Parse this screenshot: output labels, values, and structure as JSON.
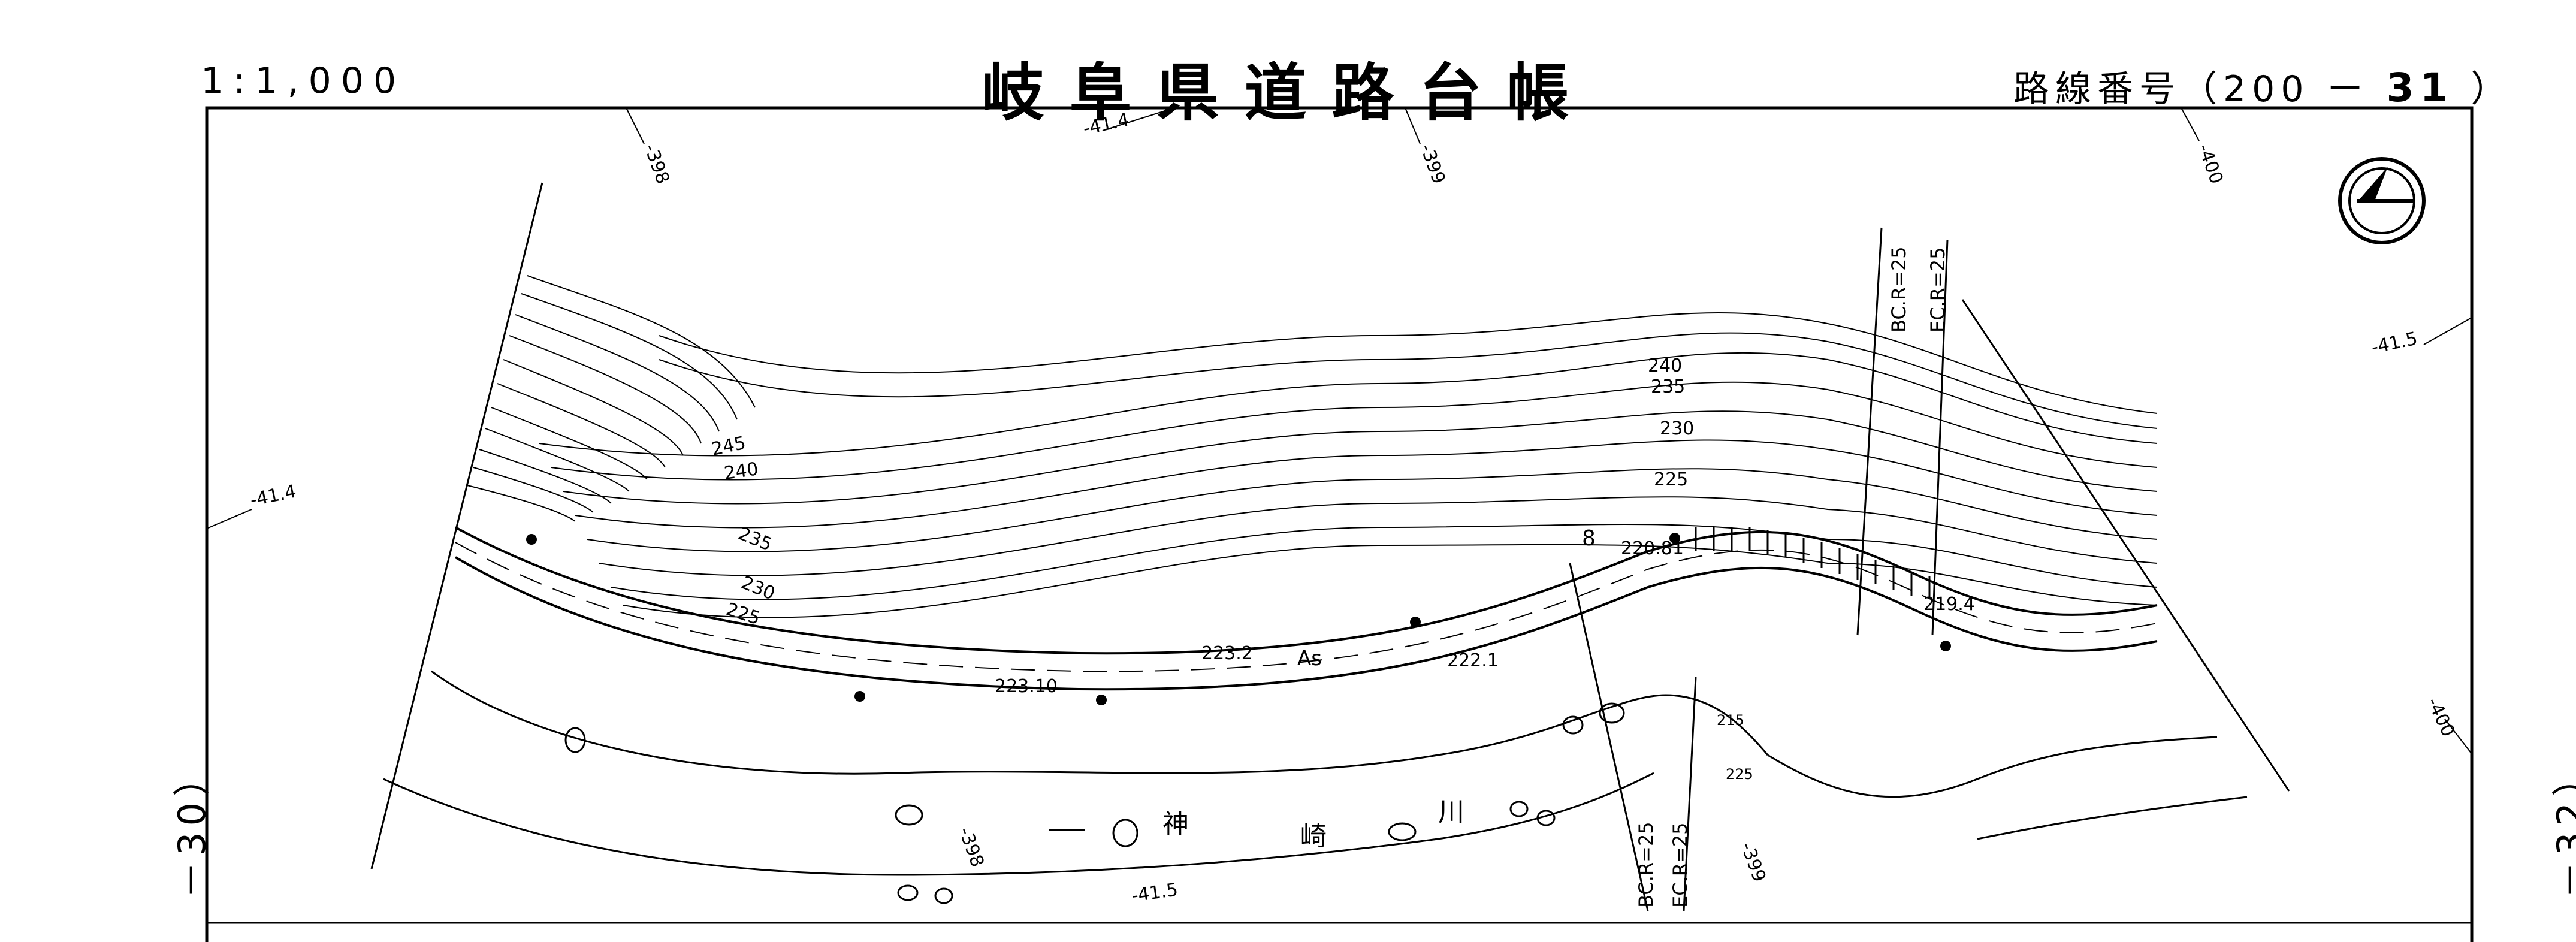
{
  "header": {
    "scale": "1:1,000",
    "title": "岐阜県道路台帳",
    "route_label": "路線番号（200 ー",
    "route_number": "31",
    "route_close": "）"
  },
  "page_refs": {
    "left": "－30）",
    "right": "－32）"
  },
  "grid_labels": {
    "g1": "-41.4",
    "g2": "-41.4",
    "g3": "-41.5",
    "g4": "-41.5",
    "s1": "-398",
    "s2": "-399",
    "s3": "-400",
    "s4": "-400",
    "s5": "-398",
    "s6": "-399"
  },
  "contours": {
    "c245": "245",
    "c240a": "240",
    "c235a": "235",
    "c230a": "230",
    "c225a": "225",
    "c240b": "240",
    "c235b": "235",
    "c230b": "230",
    "c225b": "225",
    "c215": "215",
    "c225c": "225"
  },
  "spot_heights": {
    "h1": "223.10",
    "h2": "223.2",
    "h3": "222.1",
    "h4": "220.81",
    "h5": "219.4"
  },
  "road": {
    "surface": "As",
    "station": "8"
  },
  "curves": {
    "bc_top": "BC.R=25",
    "ec_top": "EC.R=25",
    "bc_bottom": "BC.R=25",
    "ec_bottom": "EC.R=25"
  },
  "river": {
    "c1": "神",
    "c2": "崎",
    "c3": "川"
  },
  "north_arrow": "north-arrow-icon",
  "colors": {
    "ink": "#000000",
    "paper": "#ffffff"
  }
}
